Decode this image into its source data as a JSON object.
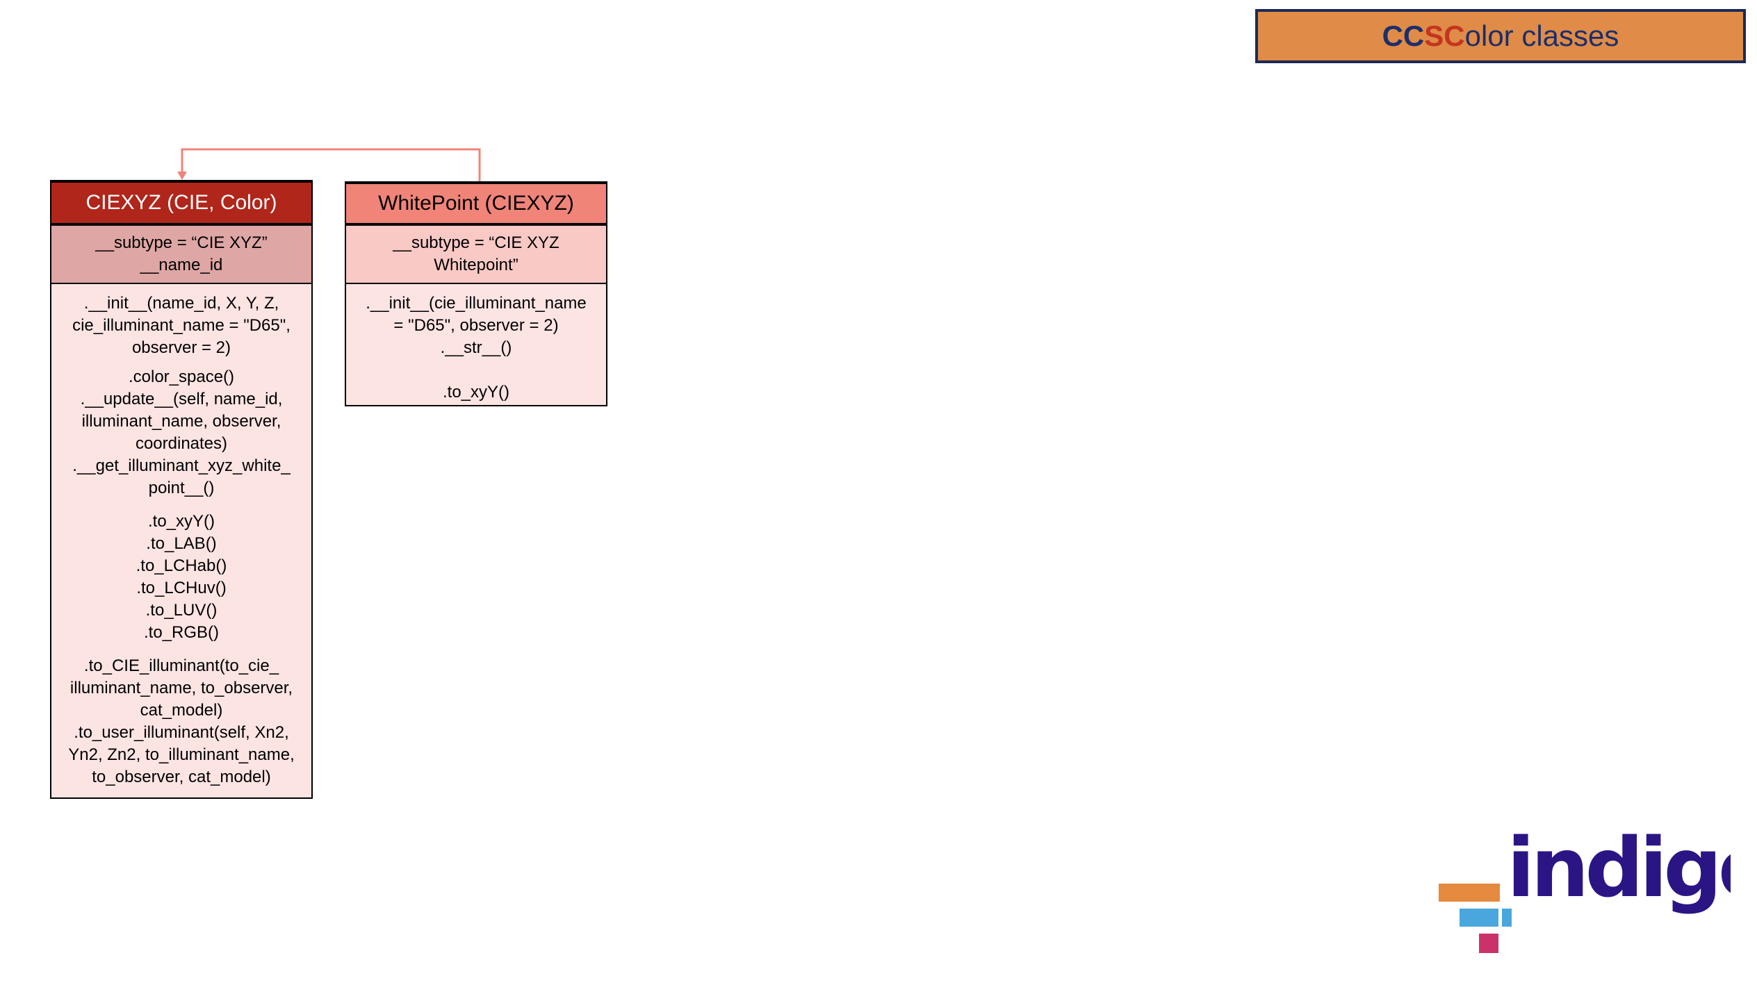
{
  "title": {
    "part1": "CC",
    "part2": "S ",
    "part3": "C",
    "part4": "olor classes"
  },
  "classes": {
    "ciexyz": {
      "name": "CIEXYZ (CIE, Color)",
      "attributes": [
        "__subtype = “CIE XYZ”",
        "__name_id"
      ],
      "method_groups": [
        [
          ".__init__(name_id, X, Y, Z,",
          "cie_illuminant_name = \"D65\",",
          "observer = 2)"
        ],
        [
          ".color_space()",
          ".__update__(self, name_id,",
          "illuminant_name, observer,",
          "coordinates)",
          ".__get_illuminant_xyz_white_",
          "point__()"
        ],
        [
          ".to_xyY()",
          ".to_LAB()",
          ".to_LCHab()",
          ".to_LCHuv()",
          ".to_LUV()",
          ".to_RGB()"
        ],
        [
          ".to_CIE_illuminant(to_cie_",
          "illuminant_name, to_observer,",
          "cat_model)",
          ".to_user_illuminant(self, Xn2,",
          "Yn2, Zn2, to_illuminant_name,",
          "to_observer, cat_model)"
        ]
      ]
    },
    "whitepoint": {
      "name": "WhitePoint (CIEXYZ)",
      "attributes": [
        "__subtype = “CIE XYZ",
        "Whitepoint”"
      ],
      "methods": [
        ".__init__(cie_illuminant_name",
        "= \"D65\", observer = 2)",
        ".__str__()",
        ".to_xyY()"
      ]
    }
  },
  "logo": {
    "text": "indigo"
  },
  "colors": {
    "title_bg": "#e08b47",
    "title_border": "#1b2a57",
    "ciexyz_header": "#b0261b",
    "whitepoint_header": "#f08479",
    "connector": "#f08479",
    "logo_purple": "#2b1585",
    "logo_orange": "#e58a3e",
    "logo_blue": "#4aa7dd",
    "logo_pink": "#c9336a"
  }
}
